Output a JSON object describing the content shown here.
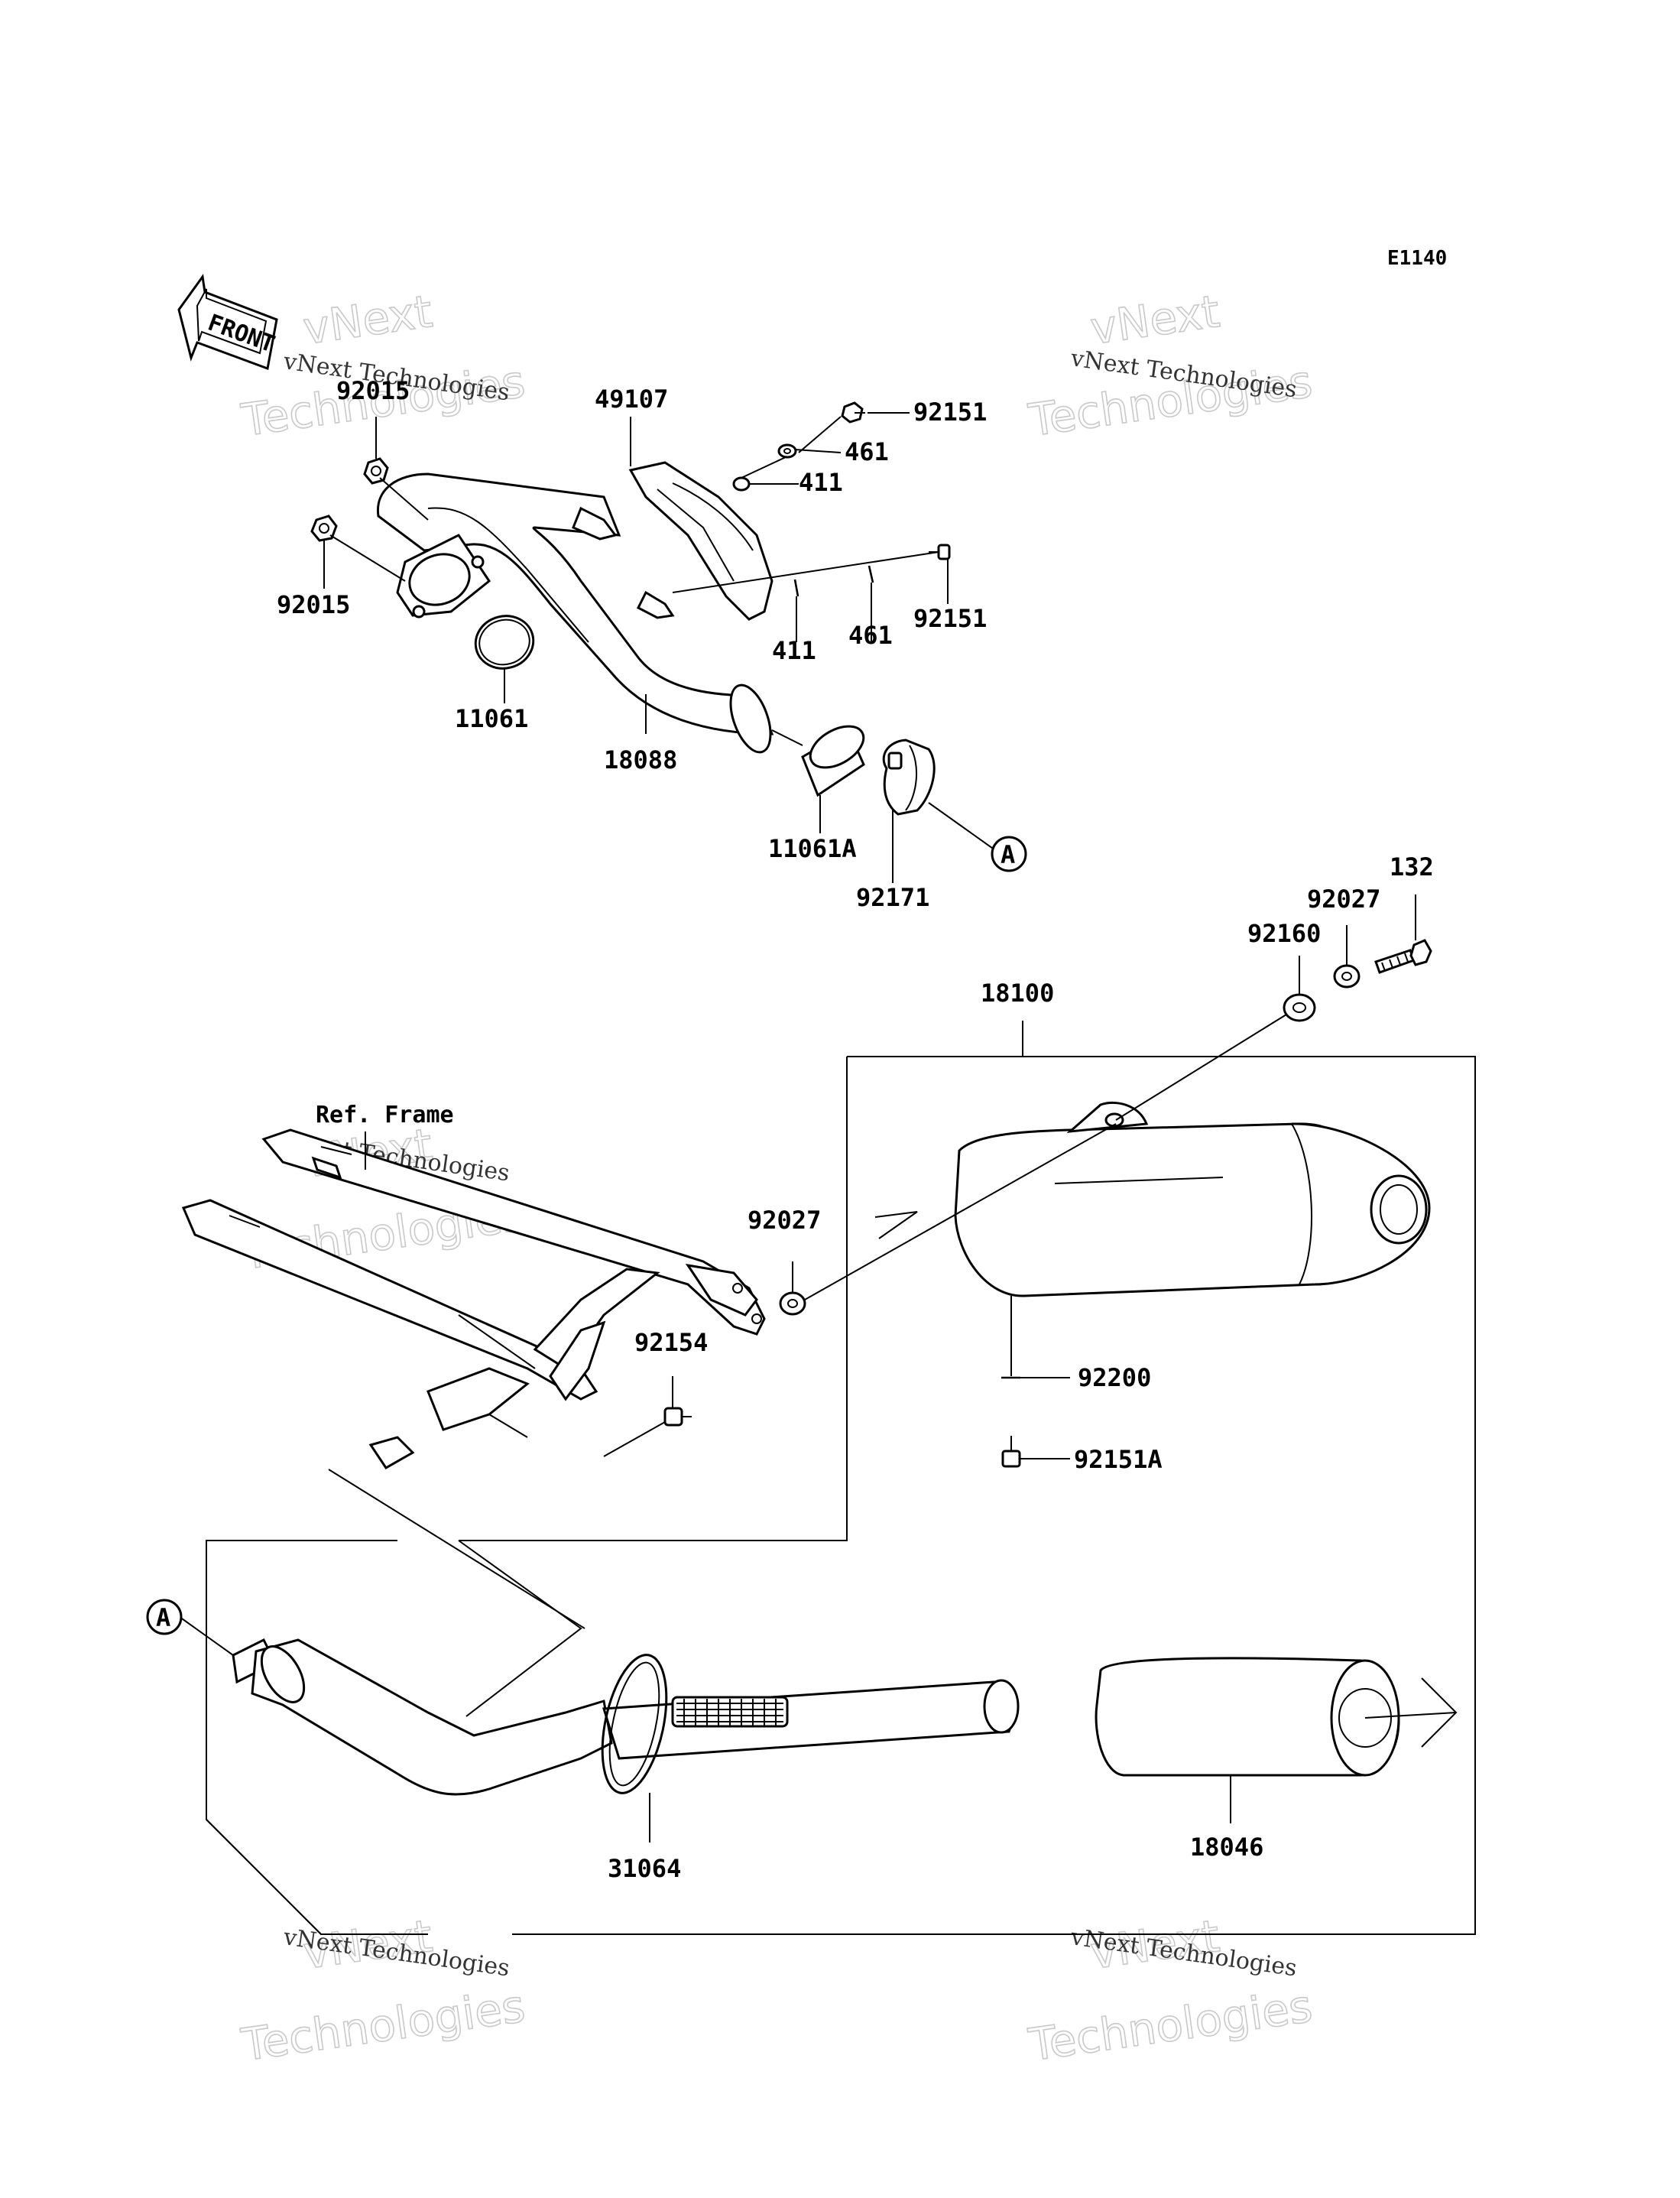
{
  "diagram_code": "E1140",
  "front_label": "FRONT",
  "ref_frame_label": "Ref. Frame",
  "callout_marker": "A",
  "watermark": {
    "small": "vNext Technologies",
    "big_top": "vNext",
    "big_bottom": "Technologies"
  },
  "part_labels": {
    "p92015_top": "92015",
    "p92015_left": "92015",
    "p11061": "11061",
    "p18088": "18088",
    "p49107": "49107",
    "p92151_top": "92151",
    "p461_top": "461",
    "p411_top": "411",
    "p411_bottom": "411",
    "p461_bottom": "461",
    "p92151_mid": "92151",
    "p11061A": "11061A",
    "p92171": "92171",
    "p132": "132",
    "p92027_top": "92027",
    "p92160": "92160",
    "p18100": "18100",
    "p92027_mid": "92027",
    "p92154": "92154",
    "p92200": "92200",
    "p92151A": "92151A",
    "p31064": "31064",
    "p18046": "18046"
  }
}
